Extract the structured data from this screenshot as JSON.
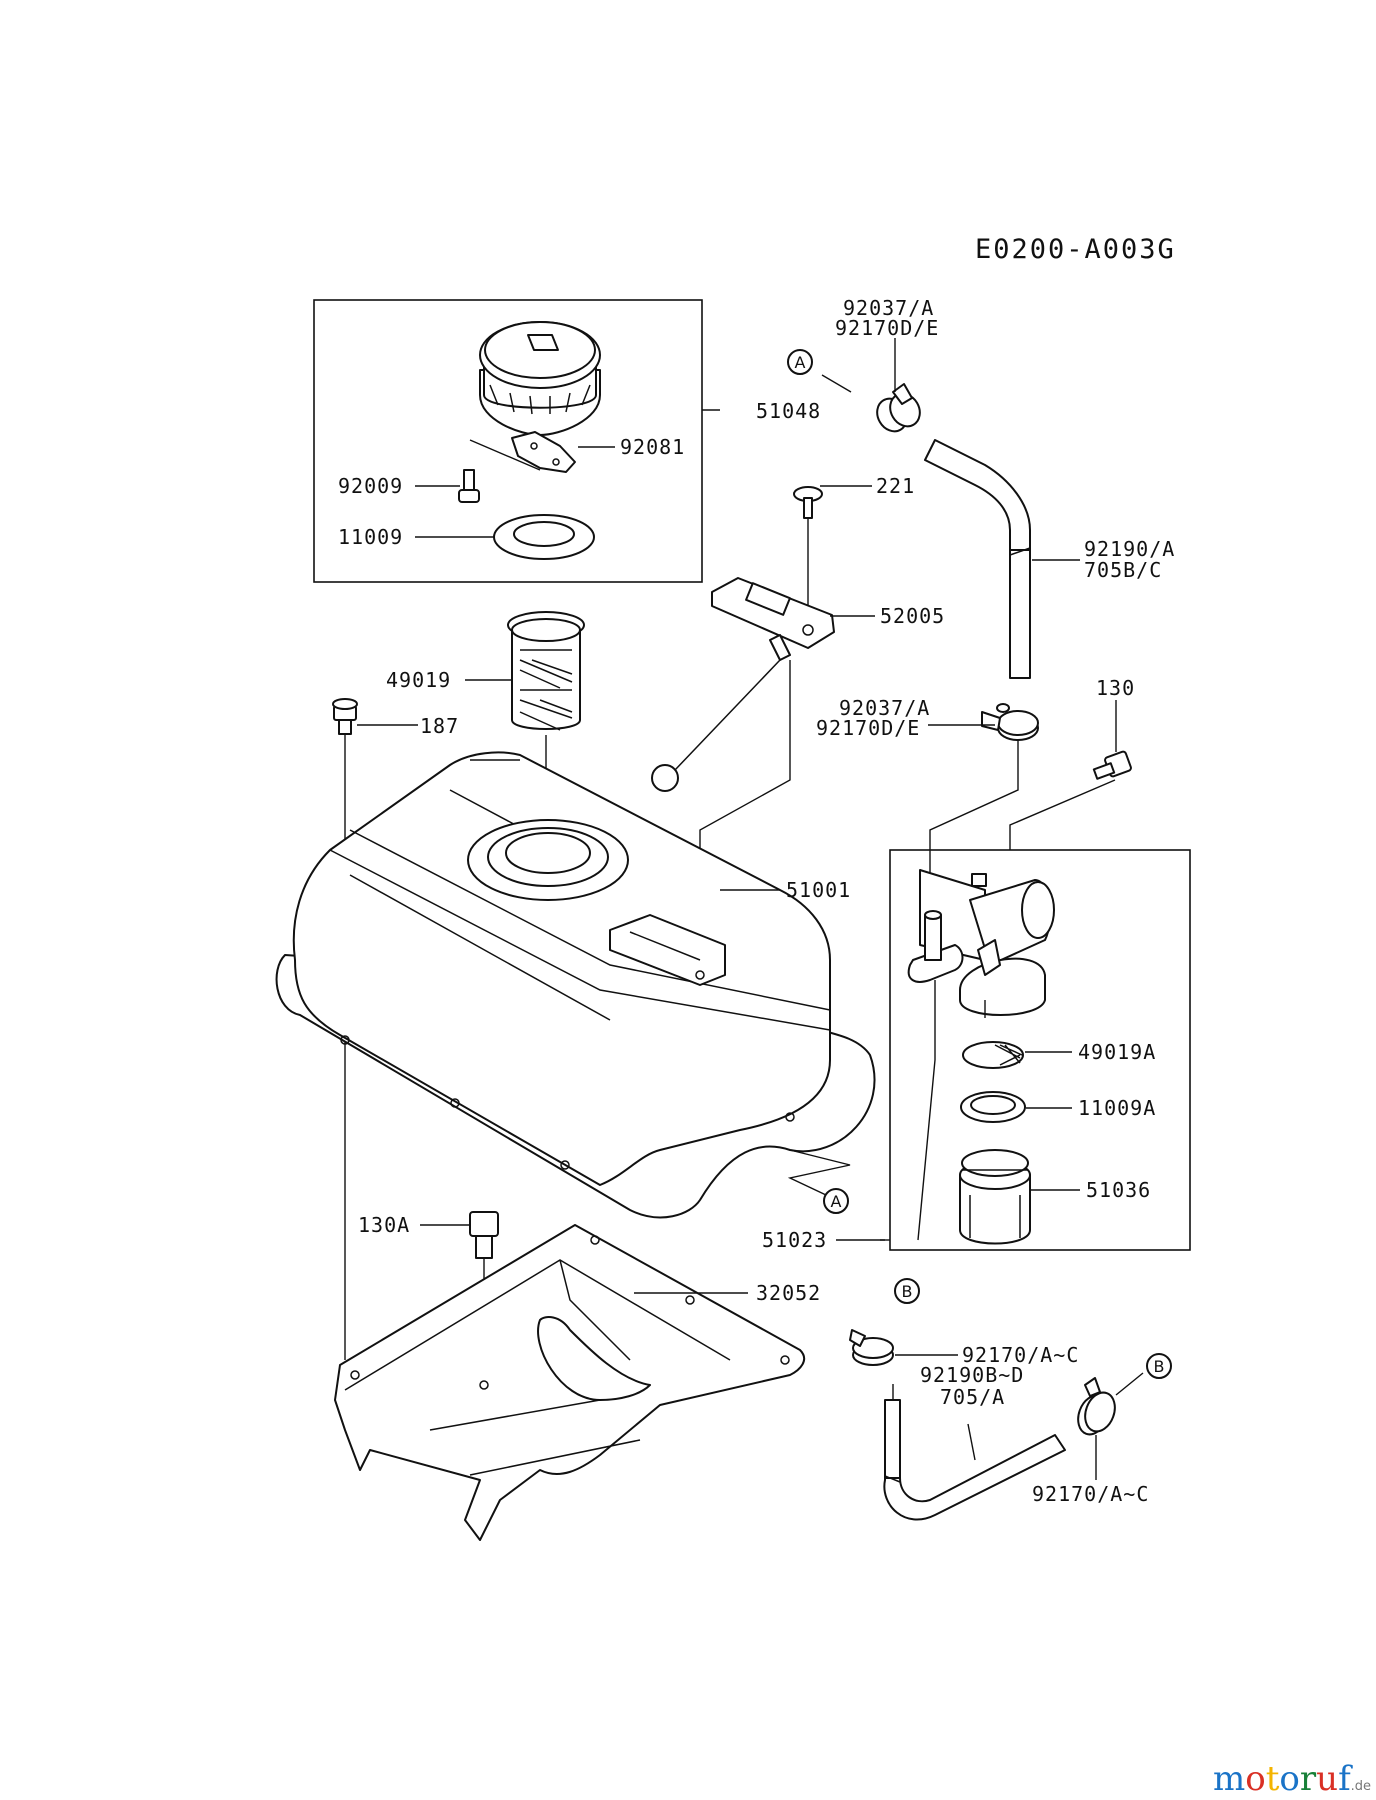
{
  "diagram_code": "E0200-A003G",
  "watermark": {
    "brand": "motoruf",
    "suffix": ".de",
    "colors": [
      "#1a73c7",
      "#d93025",
      "#f4b400",
      "#1a73c7",
      "#188038",
      "#d93025",
      "#1a73c7"
    ]
  },
  "callouts": {
    "p51048": "51048",
    "p92081": "92081",
    "p92009": "92009",
    "p11009": "11009",
    "p49019": "49019",
    "p187": "187",
    "p221": "221",
    "p52005": "52005",
    "p51001": "51001",
    "p130": "130",
    "p130A": "130A",
    "p32052": "32052",
    "p49019A": "49019A",
    "p11009A": "11009A",
    "p51036": "51036",
    "p51023": "51023",
    "clamp_top_a": "92037/A",
    "clamp_top_b": "92170D/E",
    "hose_top_a": "92190/A",
    "hose_top_b": "705B/C",
    "clamp_mid_a": "92037/A",
    "clamp_mid_b": "92170D/E",
    "clamp_low": "92170/A~C",
    "hose_low_a": "92190B~D",
    "hose_low_b": "705/A",
    "clamp_low2": "92170/A~C"
  },
  "refs": {
    "a": "A",
    "b": "B"
  }
}
